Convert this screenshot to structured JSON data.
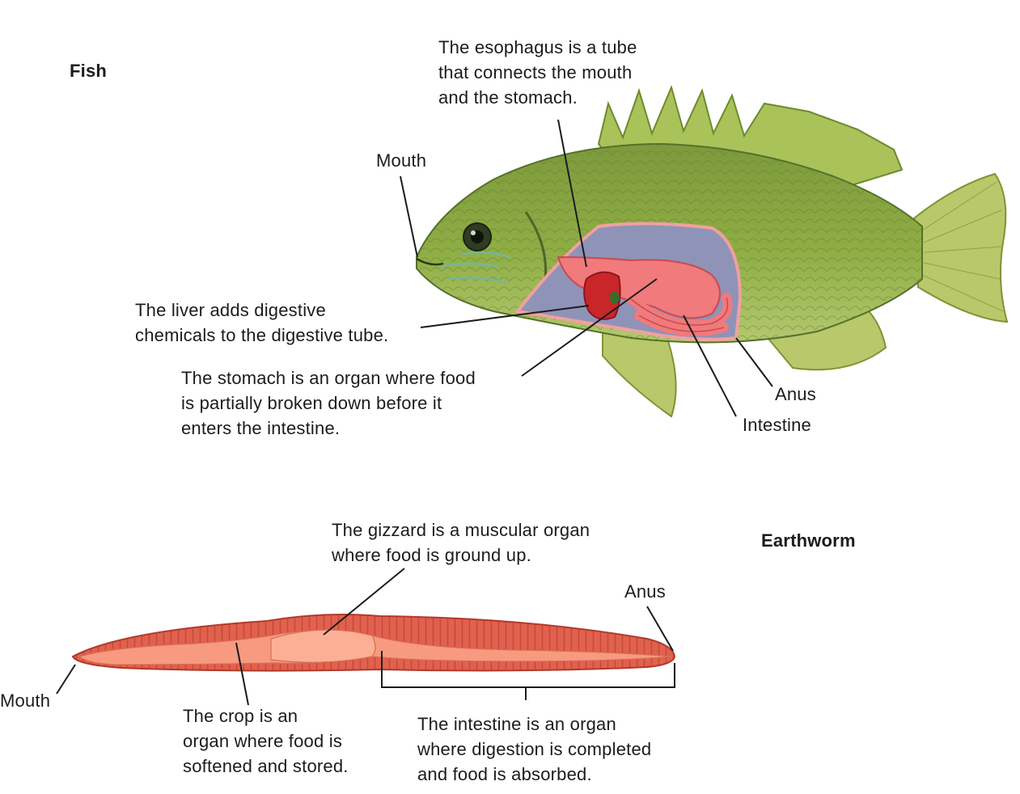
{
  "colors": {
    "fish_body": "#7c9a3c",
    "fish_fin": "#b8c86a",
    "body_cavity": "#8f93b8",
    "organ_pink": "#f07a7c",
    "liver_red": "#c9262a",
    "worm_body": "#e2614e",
    "worm_tract": "#f79a80",
    "leader_line": "#1c1c1c"
  },
  "fish": {
    "title": "Fish",
    "mouth": "Mouth",
    "esophagus": "The esophagus is a tube\nthat connects the mouth\nand the stomach.",
    "liver": "The liver adds digestive\nchemicals to the digestive tube.",
    "stomach": "The stomach is an organ where food\nis partially broken down before it\nenters the intestine.",
    "anus": "Anus",
    "intestine": "Intestine"
  },
  "earthworm": {
    "title": "Earthworm",
    "gizzard": "The gizzard is a muscular organ\nwhere food is ground up.",
    "anus": "Anus",
    "mouth": "Mouth",
    "crop": "The crop is an\norgan where food is\nsoftened and stored.",
    "intestine": "The intestine is an organ\nwhere digestion is completed\nand food is absorbed."
  }
}
